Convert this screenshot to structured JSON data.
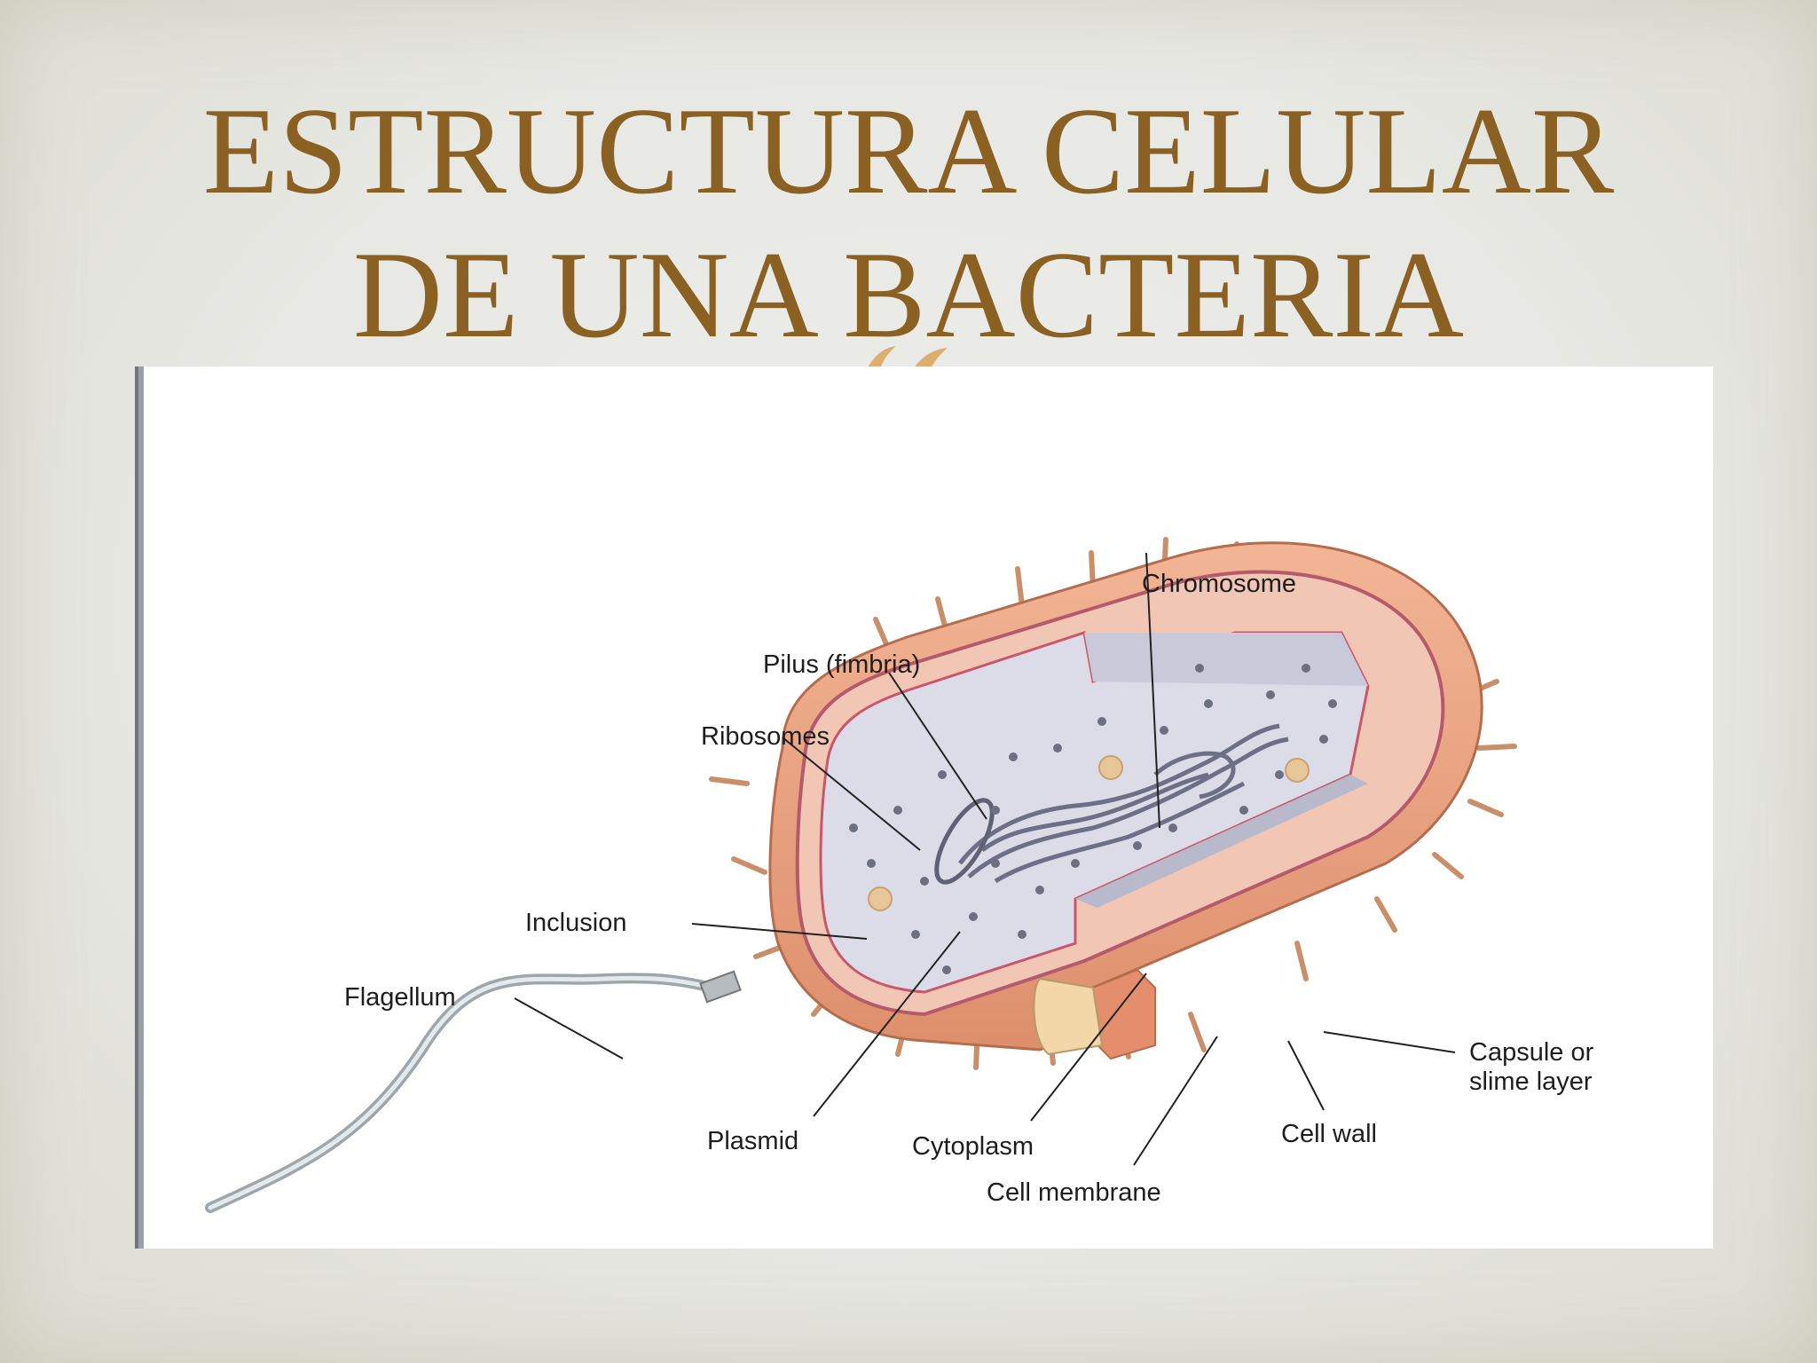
{
  "slide": {
    "title_line1": "ESTRUCTURA CELULAR",
    "title_line2": "DE UNA BACTERIA"
  },
  "diagram": {
    "labels": {
      "chromosome": "Chromosome",
      "pilus": "Pilus (fimbria)",
      "ribosomes": "Ribosomes",
      "inclusion": "Inclusion",
      "flagellum": "Flagellum",
      "plasmid": "Plasmid",
      "cytoplasm": "Cytoplasm",
      "cell_membrane": "Cell membrane",
      "cell_wall": "Cell wall",
      "capsule_line1": "Capsule or",
      "capsule_line2": "slime layer"
    }
  },
  "colors": {
    "title": "#8b6023",
    "capsule": "#e8a383",
    "cytoplasm": "#d9d9e6",
    "membrane": "#c9576a"
  }
}
